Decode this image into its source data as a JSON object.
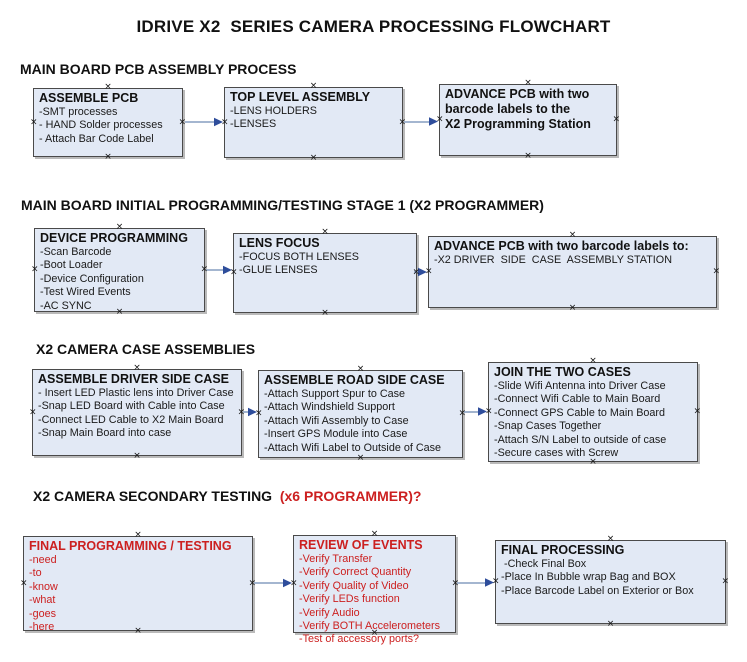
{
  "title": "IDRIVE X2  SERIES CAMERA PROCESSING FLOWCHART",
  "colors": {
    "box_fill": "#e2e9f5",
    "box_border": "#4a4a4a",
    "accent_red": "#cc2020",
    "arrow_line": "#97acc9",
    "arrow_head": "#2e4d9b",
    "text": "#1a1a1a"
  },
  "sections": [
    {
      "header": "MAIN BOARD PCB ASSEMBLY PROCESS",
      "boxes": [
        {
          "title": "ASSEMBLE PCB",
          "items": [
            "-SMT processes",
            "- HAND Solder processes",
            "- Attach Bar Code Label"
          ]
        },
        {
          "title": "TOP LEVEL ASSEMBLY",
          "items": [
            "-LENS HOLDERS",
            "-LENSES"
          ]
        },
        {
          "title": "ADVANCE PCB with two\nbarcode labels to the\n X2 Programming Station",
          "items": []
        }
      ]
    },
    {
      "header": "MAIN BOARD INITIAL PROGRAMMING/TESTING STAGE 1 (X2 PROGRAMMER)",
      "boxes": [
        {
          "title": "DEVICE PROGRAMMING",
          "items": [
            "-Scan Barcode",
            "-Boot Loader",
            "-Device Configuration",
            "-Test Wired Events",
            "-AC SYNC"
          ]
        },
        {
          "title": "LENS FOCUS",
          "items": [
            "-FOCUS BOTH LENSES",
            "-GLUE LENSES"
          ]
        },
        {
          "title": "ADVANCE PCB with two barcode labels to:",
          "items": [
            "-X2 DRIVER  SIDE  CASE  ASSEMBLY STATION"
          ]
        }
      ]
    },
    {
      "header": "X2 CAMERA CASE ASSEMBLIES",
      "boxes": [
        {
          "title": "ASSEMBLE DRIVER SIDE CASE",
          "items": [
            "- Insert LED Plastic lens into Driver Case",
            "-Snap LED Board with Cable into Case",
            "-Connect LED Cable to X2 Main Board",
            "-Snap Main Board into case"
          ]
        },
        {
          "title": "ASSEMBLE ROAD SIDE CASE",
          "items": [
            "-Attach Support Spur to Case",
            "-Attach Windshield Support",
            "-Attach Wifi Assembly to Case",
            "-Insert GPS Module into Case",
            "-Attach Wifi Label to Outside of Case"
          ]
        },
        {
          "title": "JOIN THE TWO CASES",
          "items": [
            "-Slide Wifi Antenna into Driver Case",
            "-Connect Wifi Cable to Main Board",
            "-Connect GPS Cable to Main Board",
            "-Snap Cases Together",
            "-Attach S/N Label to outside of case",
            "-Secure cases with Screw"
          ]
        }
      ]
    },
    {
      "header": "X2 CAMERA SECONDARY TESTING ",
      "header_red": " (x6 PROGRAMMER)?",
      "boxes": [
        {
          "title": "FINAL PROGRAMMING / TESTING",
          "items": [
            "-need",
            "-to",
            "-know",
            "-what",
            "-goes",
            "-here"
          ]
        },
        {
          "title": "REVIEW OF EVENTS",
          "items": [
            "-Verify Transfer",
            "-Verify Correct Quantity",
            "-Verify Quality of Video",
            "-Verify LEDs function",
            "-Verify Audio",
            "-Verify BOTH Accelerometers",
            "-Test of accessory ports?"
          ]
        },
        {
          "title": "FINAL PROCESSING",
          "items": [
            " -Check Final Box",
            "-Place In Bubble wrap Bag and BOX",
            "-Place Barcode Label on Exterior or Box"
          ]
        }
      ]
    }
  ]
}
